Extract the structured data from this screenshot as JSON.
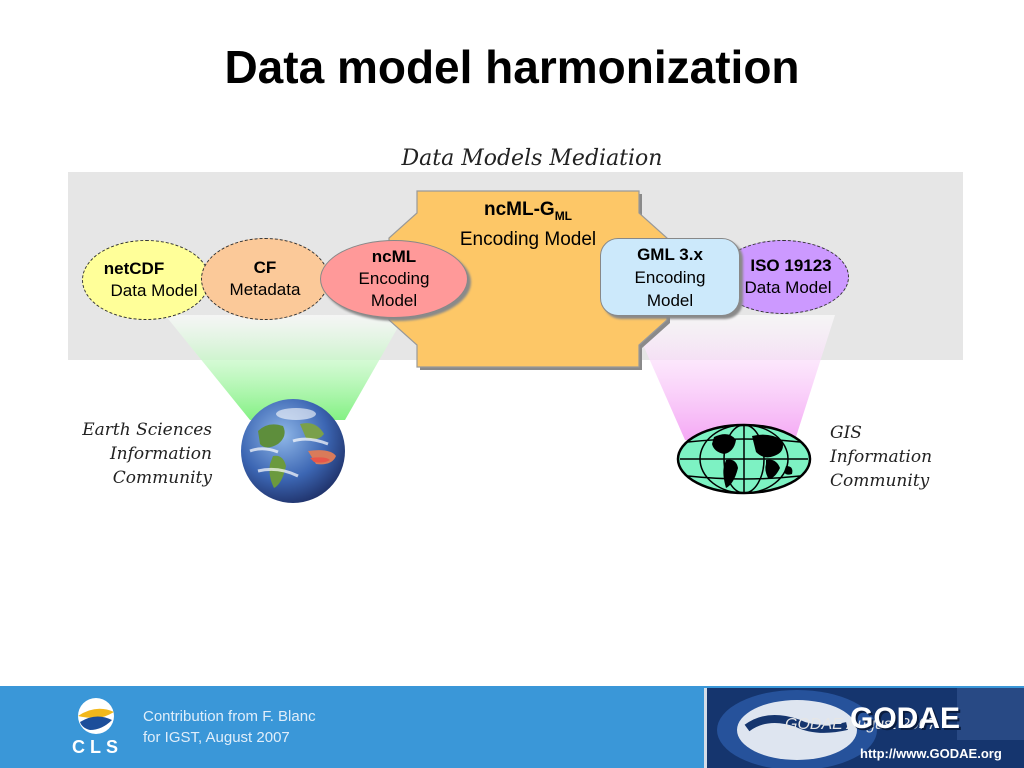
{
  "title": "Data model harmonization",
  "mediation_label": "Data Models Mediation",
  "center": {
    "title_main": "ncML-G",
    "title_sub": "ML",
    "subtitle": "Encoding Model"
  },
  "nodes": {
    "netcdf": {
      "title": "netCDF",
      "subtitle": "Data Model"
    },
    "cf": {
      "title": "CF",
      "subtitle": "Metadata"
    },
    "ncml": {
      "title": "ncML",
      "line2": "Encoding",
      "line3": "Model"
    },
    "gml": {
      "title": "GML 3.x",
      "line2": "Encoding",
      "line3": "Model"
    },
    "iso": {
      "title": "ISO 19123",
      "subtitle": "Data Model"
    }
  },
  "communities": {
    "earth": [
      "Earth Sciences",
      "Information",
      "Community"
    ],
    "gis": [
      "GIS",
      "Information",
      "Community"
    ]
  },
  "footer": {
    "contribution_line1": "Contribution from F. Blanc",
    "contribution_line2": "for IGST, August 2007",
    "cls_logo": "CLS",
    "godae_logo": "GODAE",
    "godae_date": "GODAE August 2007",
    "godae_url": "http://www.GODAE.org"
  },
  "colors": {
    "band": "#e6e6e6",
    "center": "#fdc767",
    "netcdf": "#ffff99",
    "cf": "#fbc999",
    "ncml": "#ff9999",
    "gml": "#cce9fb",
    "iso": "#cc99ff",
    "footer": "#3a97d8"
  }
}
